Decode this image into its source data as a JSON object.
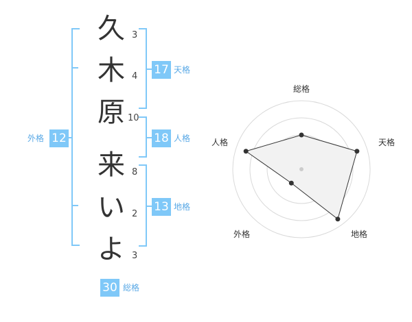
{
  "name": {
    "characters": [
      {
        "char": "久",
        "strokes": "3"
      },
      {
        "char": "木",
        "strokes": "4"
      },
      {
        "char": "原",
        "strokes": "10"
      },
      {
        "char": "来",
        "strokes": "8"
      },
      {
        "char": "い",
        "strokes": "2"
      },
      {
        "char": "よ",
        "strokes": "3"
      }
    ]
  },
  "kaku": {
    "tenkaku": {
      "label": "天格",
      "value": "17"
    },
    "jinkaku": {
      "label": "人格",
      "value": "18"
    },
    "chikaku": {
      "label": "地格",
      "value": "13"
    },
    "gaikaku": {
      "label": "外格",
      "value": "12"
    },
    "soukaku": {
      "label": "総格",
      "value": "30"
    }
  },
  "colors": {
    "accent": "#7fc8f8",
    "label": "#5aa9e6"
  },
  "chart_data": {
    "type": "radar",
    "axes": [
      "総格",
      "天格",
      "地格",
      "外格",
      "人格"
    ],
    "values": [
      0.5,
      0.85,
      0.9,
      0.25,
      0.85
    ],
    "rings": 4,
    "grid": true
  }
}
